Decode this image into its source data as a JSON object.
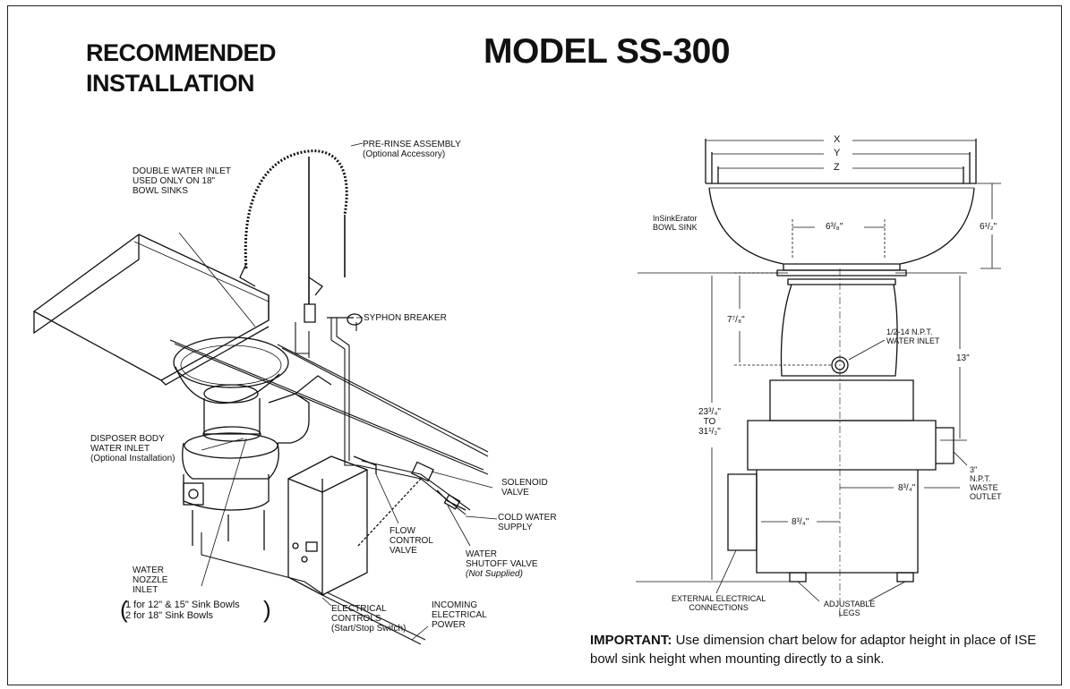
{
  "header": {
    "recommended_line1": "RECOMMENDED",
    "recommended_line2": "INSTALLATION",
    "model": "MODEL SS-300"
  },
  "left_labels": {
    "pre_rinse_1": "PRE-RINSE ASSEMBLY",
    "pre_rinse_2": "(Optional Accessory)",
    "double_inlet_1": "DOUBLE WATER INLET",
    "double_inlet_2": "USED ONLY ON 18\"",
    "double_inlet_3": "BOWL SINKS",
    "syphon": "SYPHON BREAKER",
    "disposer_1": "DISPOSER BODY",
    "disposer_2": "WATER INLET",
    "disposer_3": "(Optional Installation)",
    "solenoid_1": "SOLENOID",
    "solenoid_2": "VALVE",
    "cold_water_1": "COLD WATER",
    "cold_water_2": "SUPPLY",
    "flow_1": "FLOW",
    "flow_2": "CONTROL",
    "flow_3": "VALVE",
    "shutoff_1": "WATER",
    "shutoff_2": "SHUTOFF VALVE",
    "shutoff_3": "(Not Supplied)",
    "nozzle_1": "WATER",
    "nozzle_2": "NOZZLE",
    "nozzle_3": "INLET",
    "nozzle_4": "1 for 12\" & 15\" Sink Bowls",
    "nozzle_5": "2 for 18\" Sink Bowls",
    "electrical_1": "ELECTRICAL",
    "electrical_2": "CONTROLS",
    "electrical_3": "(Start/Stop Switch)",
    "power_1": "INCOMING",
    "power_2": "ELECTRICAL",
    "power_3": "POWER"
  },
  "right_labels": {
    "x": "X",
    "y": "Y",
    "z": "Z",
    "insink_1": "InSinkErator",
    "insink_2": "BOWL SINK",
    "dim_6_3_8": "6³/₈\"",
    "dim_6_1_2": "6¹/₂\"",
    "dim_7_7_8": "7⁷/₈\"",
    "inlet_1": "1/2-14 N.P.T.",
    "inlet_2": "WATER INLET",
    "dim_13": "13\"",
    "height_1": "23³/₄\"",
    "height_2": "TO",
    "height_3": "31¹/₂\"",
    "dim_8_3_4_a": "8³/₄\"",
    "dim_8_3_4_b": "8³/₄\"",
    "waste_1": "3\"",
    "waste_2": "N.P.T.",
    "waste_3": "WASTE",
    "waste_4": "OUTLET",
    "ext_elec_1": "EXTERNAL ELECTRICAL",
    "ext_elec_2": "CONNECTIONS",
    "legs_1": "ADJUSTABLE",
    "legs_2": "LEGS"
  },
  "note": {
    "label": "IMPORTANT:",
    "text": "Use dimension chart below for adaptor height in place of ISE bowl sink height when mounting directly to a sink."
  }
}
